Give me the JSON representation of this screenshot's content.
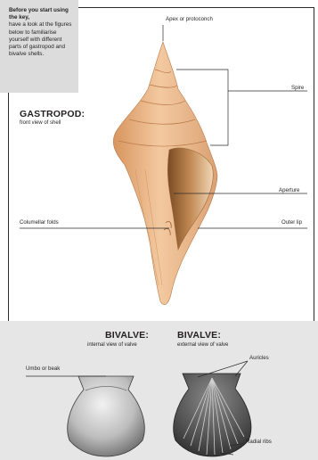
{
  "intro": {
    "lead": "Before you start using the key,",
    "rest": "have a look at the figures below to familiarise yourself with different parts of gastropod and bivalve shells."
  },
  "gastropod": {
    "title": "GASTROPOD:",
    "subtitle": "front view of shell",
    "labels": {
      "apex": "Apex or protoconch",
      "spire": "Spire",
      "aperture": "Aperture",
      "columellar": "Columellar folds",
      "outer_lip": "Outer lip"
    }
  },
  "bivalve_internal": {
    "title": "BIVALVE:",
    "subtitle": "internal view of valve",
    "labels": {
      "umbo": "Umbo or beak"
    }
  },
  "bivalve_external": {
    "title": "BIVALVE:",
    "subtitle": "external view of valve",
    "labels": {
      "auricles": "Auricles",
      "radial_ribs": "Radial ribs"
    }
  },
  "colors": {
    "shell_light": "#f3c9a0",
    "shell_mid": "#e3a877",
    "shell_dark": "#b97a4a",
    "panel": "#e6e6e6",
    "intro_box": "#dcdcdc"
  }
}
